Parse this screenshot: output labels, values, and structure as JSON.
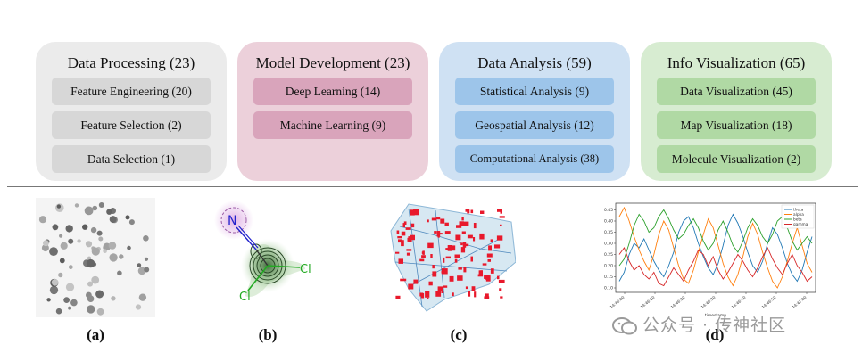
{
  "categories": [
    {
      "title": "Data Processing (23)",
      "card_color": "#ebebeb",
      "item_color": "#d7d7d7",
      "items": [
        "Feature Engineering (20)",
        "Feature Selection (2)",
        "Data Selection (1)"
      ]
    },
    {
      "title": "Model Development (23)",
      "card_color": "#ecd0da",
      "item_color": "#d9a4bb",
      "items": [
        "Deep Learning (14)",
        "Machine Learning (9)"
      ]
    },
    {
      "title": "Data Analysis (59)",
      "card_color": "#cfe1f3",
      "item_color": "#9dc5ea",
      "items": [
        "Statistical Analysis (9)",
        "Geospatial Analysis (12)",
        "Computational Analysis (38)"
      ]
    },
    {
      "title": "Info Visualization (65)",
      "card_color": "#d7ecd1",
      "item_color": "#b0d9a4",
      "items": [
        "Data Visualization (45)",
        "Map Visualization (18)",
        "Molecule Visualization (2)"
      ]
    }
  ],
  "panels": {
    "a": {
      "caption": "(a)"
    },
    "b": {
      "caption": "(b)",
      "atoms": [
        "N",
        "Cl",
        "Cl"
      ]
    },
    "c": {
      "caption": "(c)"
    },
    "d": {
      "caption": "(d)",
      "legend": [
        "theta",
        "alpha",
        "beta",
        "gamma"
      ],
      "series_colors": [
        "#1f77b4",
        "#ff7f0e",
        "#2ca02c",
        "#d62728"
      ],
      "y_ticks": [
        "0.45",
        "0.40",
        "0.35",
        "0.30",
        "0.25",
        "0.20",
        "0.15",
        "0.10"
      ],
      "x_ticks": [
        "14:46:00",
        "14:46:10",
        "14:46:20",
        "14:46:30",
        "14:46:40",
        "14:46:50",
        "14:47:00"
      ],
      "x_label": "timestamp",
      "theta": [
        0.13,
        0.17,
        0.25,
        0.3,
        0.28,
        0.32,
        0.27,
        0.22,
        0.18,
        0.15,
        0.2,
        0.26,
        0.35,
        0.4,
        0.42,
        0.37,
        0.3,
        0.24,
        0.19,
        0.16,
        0.21,
        0.29,
        0.38,
        0.43,
        0.39,
        0.33,
        0.26,
        0.2,
        0.17,
        0.22,
        0.3,
        0.37,
        0.34,
        0.28,
        0.21,
        0.16,
        0.13,
        0.18,
        0.26,
        0.33
      ],
      "alpha": [
        0.42,
        0.46,
        0.4,
        0.33,
        0.27,
        0.22,
        0.18,
        0.25,
        0.34,
        0.4,
        0.36,
        0.28,
        0.2,
        0.14,
        0.12,
        0.18,
        0.26,
        0.34,
        0.41,
        0.37,
        0.29,
        0.21,
        0.15,
        0.11,
        0.16,
        0.24,
        0.33,
        0.39,
        0.34,
        0.26,
        0.19,
        0.13,
        0.1,
        0.15,
        0.22,
        0.3,
        0.37,
        0.29,
        0.21,
        0.17
      ],
      "beta": [
        0.2,
        0.23,
        0.3,
        0.38,
        0.43,
        0.4,
        0.35,
        0.37,
        0.42,
        0.45,
        0.41,
        0.36,
        0.32,
        0.34,
        0.38,
        0.41,
        0.37,
        0.31,
        0.27,
        0.3,
        0.36,
        0.4,
        0.35,
        0.29,
        0.26,
        0.31,
        0.37,
        0.41,
        0.38,
        0.33,
        0.3,
        0.34,
        0.4,
        0.42,
        0.37,
        0.31,
        0.27,
        0.3,
        0.33,
        0.3
      ],
      "gamma": [
        0.25,
        0.28,
        0.22,
        0.18,
        0.2,
        0.16,
        0.14,
        0.17,
        0.12,
        0.11,
        0.15,
        0.19,
        0.16,
        0.13,
        0.18,
        0.22,
        0.27,
        0.25,
        0.2,
        0.24,
        0.18,
        0.14,
        0.17,
        0.21,
        0.25,
        0.22,
        0.18,
        0.15,
        0.19,
        0.24,
        0.28,
        0.23,
        0.19,
        0.16,
        0.21,
        0.25,
        0.2,
        0.17,
        0.13,
        0.15
      ]
    }
  },
  "watermark": "公众号 · 传神社区"
}
